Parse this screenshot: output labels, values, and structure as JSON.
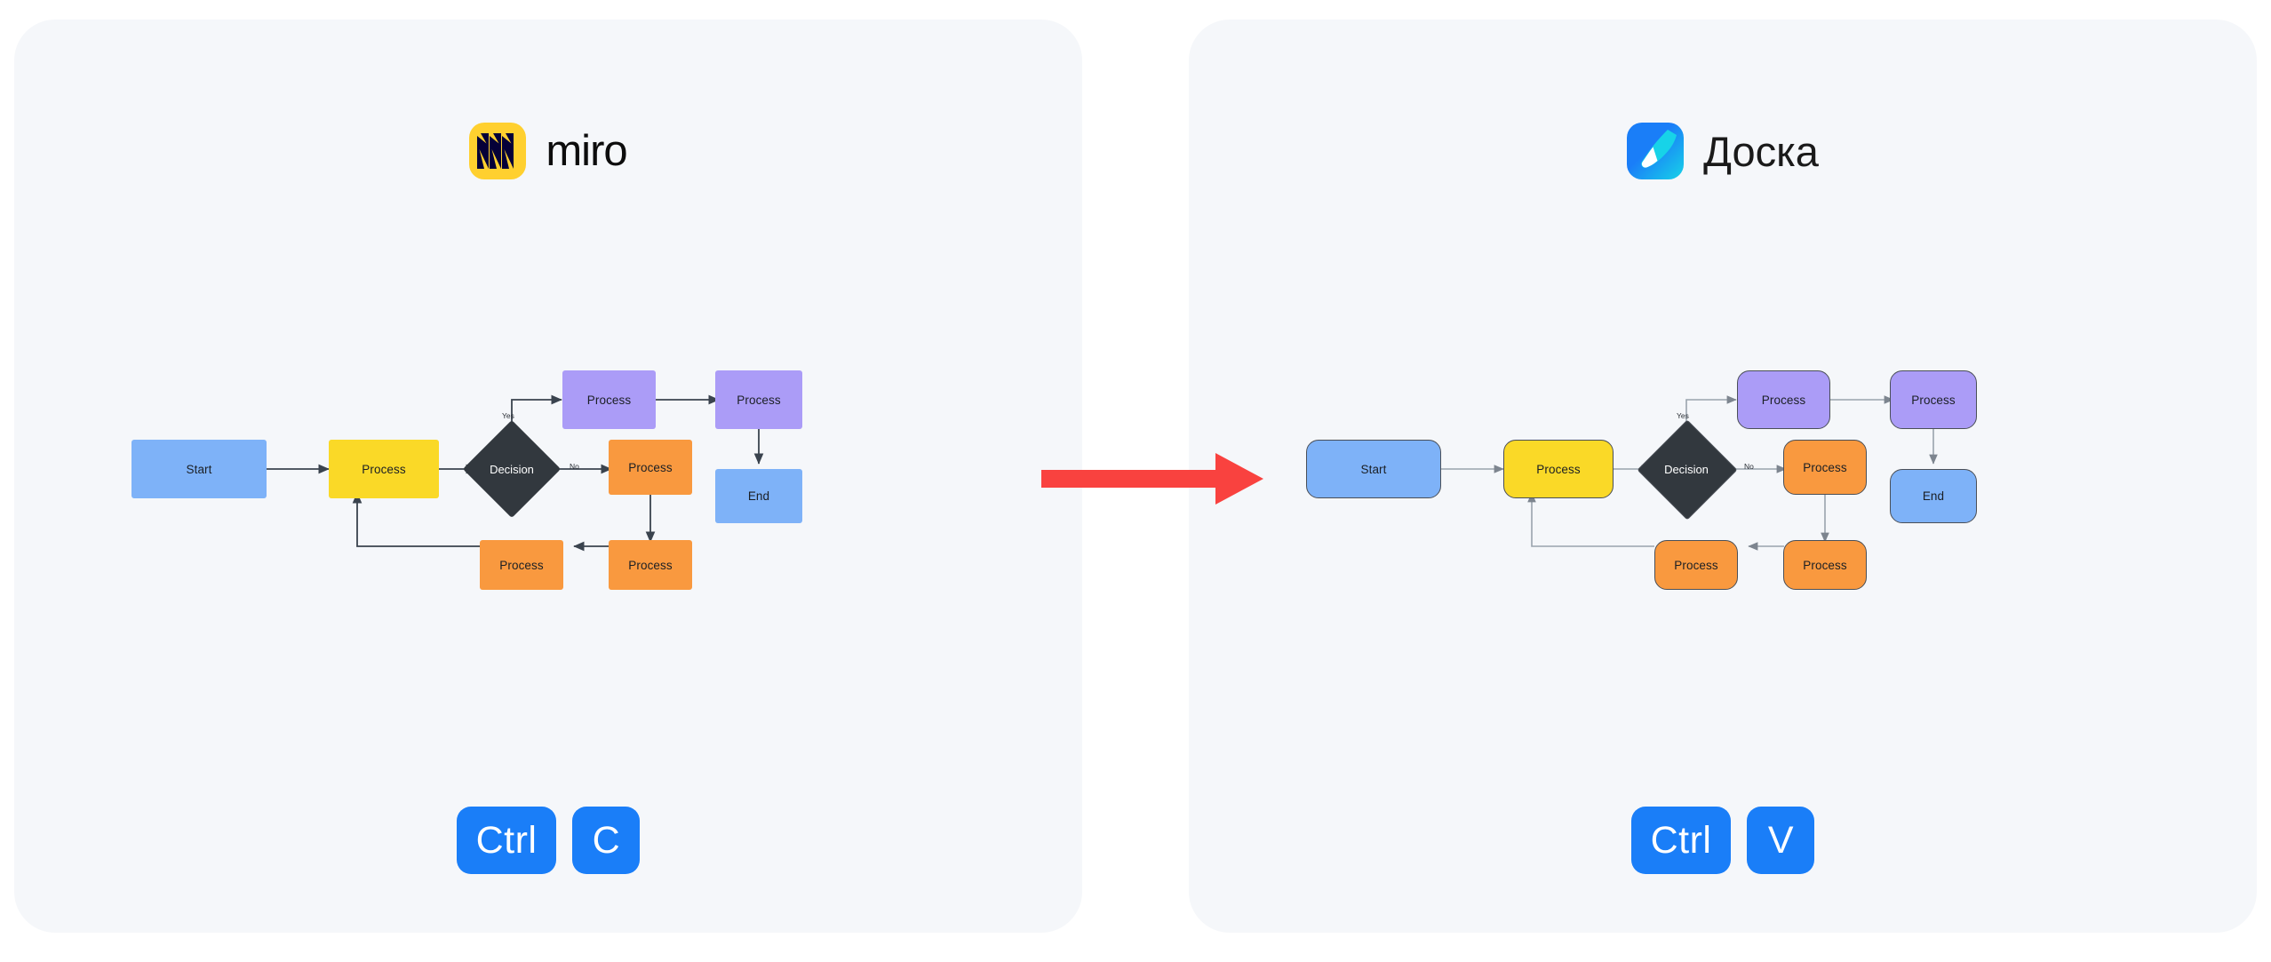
{
  "page": {
    "background": "#ffffff",
    "panel_bg": "#f5f7fa"
  },
  "colors": {
    "miro_yellow": "#ffd02f",
    "doska_blue": "#1a7ef8",
    "doska_cyan": "#17d3e8",
    "key_blue": "#1a7ef8",
    "arrow_red": "#f9423f",
    "node_blue": "#7eb2f8",
    "node_yellow": "#fad927",
    "node_purple": "#ab9cf7",
    "node_orange": "#f9993f",
    "node_decision": "#32383e",
    "connector_dark": "#3a434e",
    "connector_light": "#9aa3ad"
  },
  "left_panel": {
    "brand": {
      "logo_icon": "miro-logo-icon",
      "wordmark": "miro"
    },
    "shortcut": {
      "modifier": "Ctrl",
      "key": "C"
    }
  },
  "right_panel": {
    "brand": {
      "logo_icon": "doska-logo-icon",
      "wordmark": "Доска"
    },
    "shortcut": {
      "modifier": "Ctrl",
      "key": "V"
    }
  },
  "transfer": {
    "arrow_icon": "right-arrow-icon",
    "direction": "left-to-right"
  },
  "chart_data": {
    "type": "diagram",
    "title": "Flowchart",
    "nodes": [
      {
        "id": "start",
        "label": "Start",
        "shape": "rectangle",
        "color": "#7eb2f8"
      },
      {
        "id": "proc1",
        "label": "Process",
        "shape": "rectangle",
        "color": "#fad927"
      },
      {
        "id": "decision",
        "label": "Decision",
        "shape": "diamond",
        "color": "#32383e"
      },
      {
        "id": "proc_yes1",
        "label": "Process",
        "shape": "rectangle",
        "color": "#ab9cf7"
      },
      {
        "id": "proc_yes2",
        "label": "Process",
        "shape": "rectangle",
        "color": "#ab9cf7"
      },
      {
        "id": "end",
        "label": "End",
        "shape": "rectangle",
        "color": "#7eb2f8"
      },
      {
        "id": "proc_no1",
        "label": "Process",
        "shape": "rectangle",
        "color": "#f9993f"
      },
      {
        "id": "proc_no2",
        "label": "Process",
        "shape": "rectangle",
        "color": "#f9993f"
      },
      {
        "id": "proc_no3",
        "label": "Process",
        "shape": "rectangle",
        "color": "#f9993f"
      }
    ],
    "edges": [
      {
        "from": "start",
        "to": "proc1",
        "label": ""
      },
      {
        "from": "proc1",
        "to": "decision",
        "label": ""
      },
      {
        "from": "decision",
        "to": "proc_yes1",
        "label": "Yes"
      },
      {
        "from": "decision",
        "to": "proc_no1",
        "label": "No"
      },
      {
        "from": "proc_yes1",
        "to": "proc_yes2",
        "label": ""
      },
      {
        "from": "proc_yes2",
        "to": "end",
        "label": ""
      },
      {
        "from": "proc_no1",
        "to": "proc_no2",
        "label": ""
      },
      {
        "from": "proc_no2",
        "to": "proc_no3",
        "label": ""
      },
      {
        "from": "proc_no3",
        "to": "proc1",
        "label": ""
      }
    ],
    "edge_labels": {
      "yes": "Yes",
      "no": "No"
    }
  }
}
